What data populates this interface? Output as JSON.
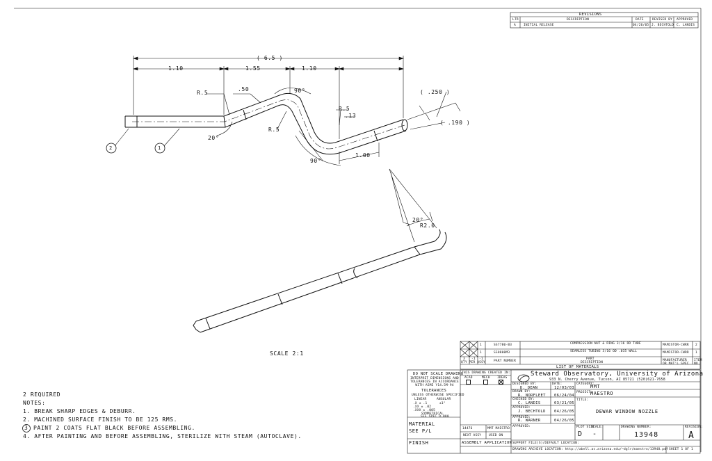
{
  "revisions": {
    "title": "REVISIONS",
    "headers": [
      "LTR",
      "DESCRIPTION",
      "DATE",
      "REVISED BY",
      "APPROVED"
    ],
    "row": [
      "A",
      "INITIAL RELEASE",
      "04/26/05",
      "J. BECHTOLD",
      "C. LANDIS"
    ]
  },
  "dimensions": {
    "overall": "( 6.5 )",
    "d1": "1.10",
    "d2": "1.55",
    "d3": "1.10",
    "r1": "R.5",
    "d_50": ".50",
    "a90_top": "90°",
    "r2": "R.5",
    "d_13": ".13",
    "r3": "R.5",
    "a20": "20°",
    "a90_bottom": "90°",
    "d100": "1.00",
    "dia250": "( .250 )",
    "dia190": "( .190 )",
    "balloon2": "2",
    "balloon1": "1",
    "iso_angle": "20°",
    "iso_radius": "R2.0"
  },
  "scale_label": "SCALE 2:1",
  "notes": {
    "qty": "2 REQUIRED",
    "heading": "NOTES:",
    "items": [
      "1. BREAK SHARP EDGES & DEBURR.",
      "2. MACHINED SURFACE FINISH TO BE 125 RMS.",
      "PAINT 2 COATS FLAT BLACK BEFORE ASSEMBLING.",
      "4. AFTER PAINTING AND BEFORE ASSEMBLING, STERILIZE WITH STEAM (AUTOCLAVE)."
    ],
    "item3_num": "3"
  },
  "bom": {
    "rows": [
      {
        "item": "2",
        "qty": "1",
        "part": "SS7780-B3",
        "desc": "COMPRESSION NUT & RING 3/16 OD TUBE",
        "mfr": "MAMISTOR-CWRR"
      },
      {
        "item": "1",
        "qty": "1",
        "part": "SS0800M3",
        "desc": "SEAMLESS TUBING 3/16 OD .035 WALL",
        "mfr": "MAMISTOR-CWRR"
      }
    ],
    "header_left": [
      "3",
      "-1",
      "-1"
    ],
    "header_sub": "QTY PER ASSY",
    "header_part": "PART NUMBER",
    "header_desc": "DESCRIPTION",
    "header_mfr": "MANUFACTURER OR MAT'L SPEC",
    "header_item": "ITEM NO.",
    "header_partdesc_top": "PART",
    "list_title": "LIST OF MATERIALS"
  },
  "title_block": {
    "do_not_scale": "DO NOT SCALE DRAWING",
    "interpret": "INTERPRET DIMENSIONS AND TOLERANCES IN ACCORDANCE WITH ASME Y14.5M-94",
    "tolerances": "TOLERANCES",
    "unless": "UNLESS OTHERWISE SPECIFIED",
    "linear": "LINEAR",
    "angular": "ANGULAR",
    "tol_x": ".X  ± .1",
    "tol_xx": ".XX ± .02",
    "tol_xxx": ".XXX ± .005",
    "tol_ang": "±1°",
    "symmetrical": "SYMMETRICAL",
    "see_spec": "SEE SPEC D-000",
    "created_in": "THIS DRAWING CREATED IN:",
    "acad": "ACAD",
    "mech": "MECH",
    "ideas": "IDEAS",
    "org": "Steward Observatory, University of Arizona",
    "address": "933 N. Cherry Avenue, Tucson, AZ  85721   (520)621-7658",
    "designed_by_label": "DESIGNED BY:",
    "designed_by": "D. DEAN",
    "designed_date_label": "DATE:",
    "designed_date": "12/03/03",
    "drawn_by_label": "DRAWN BY:",
    "drawn_by": "R. NORFLEET",
    "drawn_date": "06/24/04",
    "checked_by_label": "CHECKED BY:",
    "checked_by": "C. LANDIS",
    "checked_date": "03/21/05",
    "approved1_label": "APPROVED:",
    "approved1": "J. BECHTOLD",
    "approved1_date": "04/26/05",
    "approved2_label": "APPROVED:",
    "approved2": "R. WARNER",
    "approved2_date": "04/26/05",
    "approved3_label": "APPROVED:",
    "category_label": "CATEGORY:",
    "category": "MMT",
    "project_label": "PROJECT:",
    "project": "MAESTRO",
    "title_label": "TITLE:",
    "title": "DEWAR WINDOW NOZZLE",
    "material_label": "MATERIAL",
    "material": "SEE P/L",
    "finish_label": "FINISH",
    "next_assy_num": "14476",
    "next_assy_name": "MMT MAESTRO",
    "next_assy_label": "NEXT ASSY",
    "used_on_label": "USED ON",
    "assembly_app": "ASSEMBLY APPLICATION",
    "plot_size_label": "PLOT SIZE",
    "scale_label": "SCALE:",
    "plot_size": "D",
    "scale": "-",
    "drawing_number_label": "DRAWING NUMBER:",
    "drawing_number": "13948",
    "revision_label": "REVISION:",
    "revision": "A",
    "support_files": "SUPPORT FILE(S)/DEFAULT LOCATION:",
    "archive": "DRAWING ARCHIVE LOCATION: http://abell.as.arizona.edu/~dglr/maestro/13948.pdf",
    "sheet": "SHEET 1 OF 1"
  }
}
